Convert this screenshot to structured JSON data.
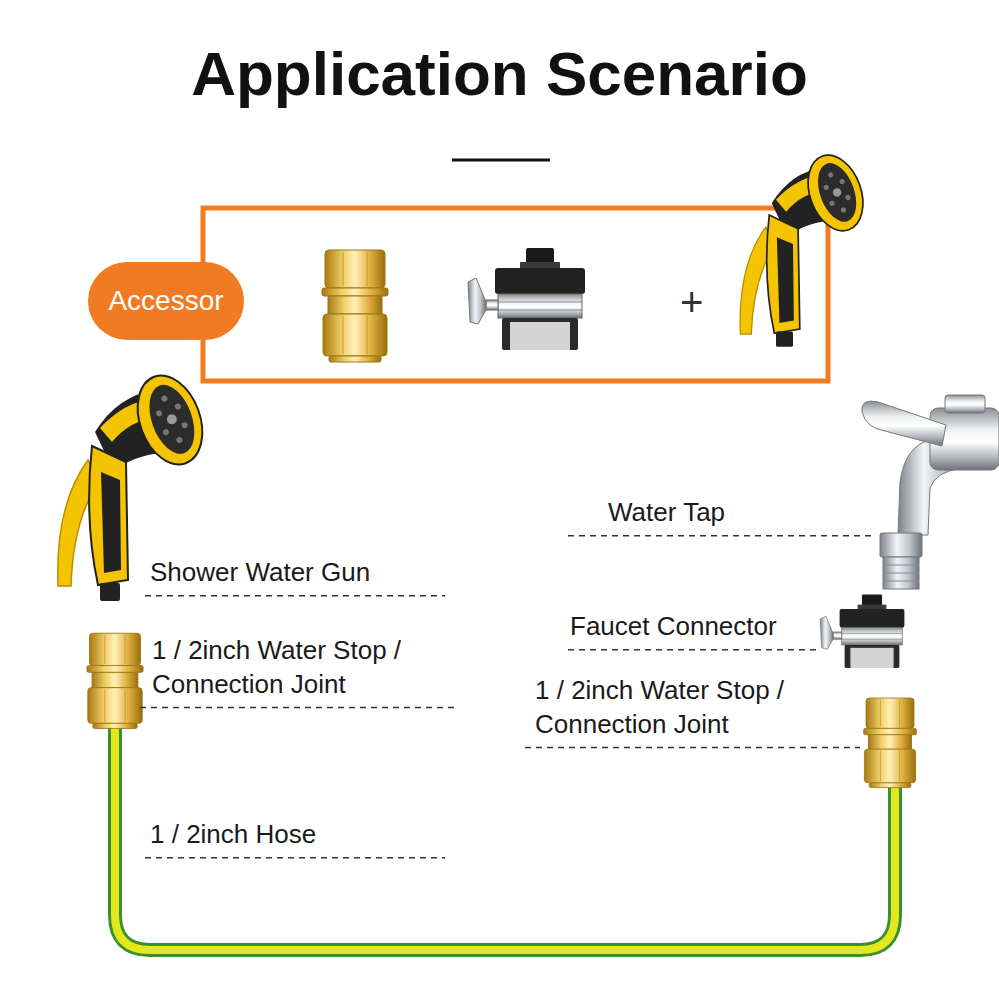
{
  "diagram": {
    "title": "Application Scenario",
    "nodes": [
      {
        "text": [
          "Accessor"
        ]
      }
    ],
    "labels": [
      "+",
      "Shower Water Gun",
      "1 / 2inch Water Stop / Connection Joint",
      "1 / 2inch Hose",
      "Water Tap",
      "Faucet Connector",
      "1 / 2inch Water Stop / Connection Joint"
    ]
  }
}
